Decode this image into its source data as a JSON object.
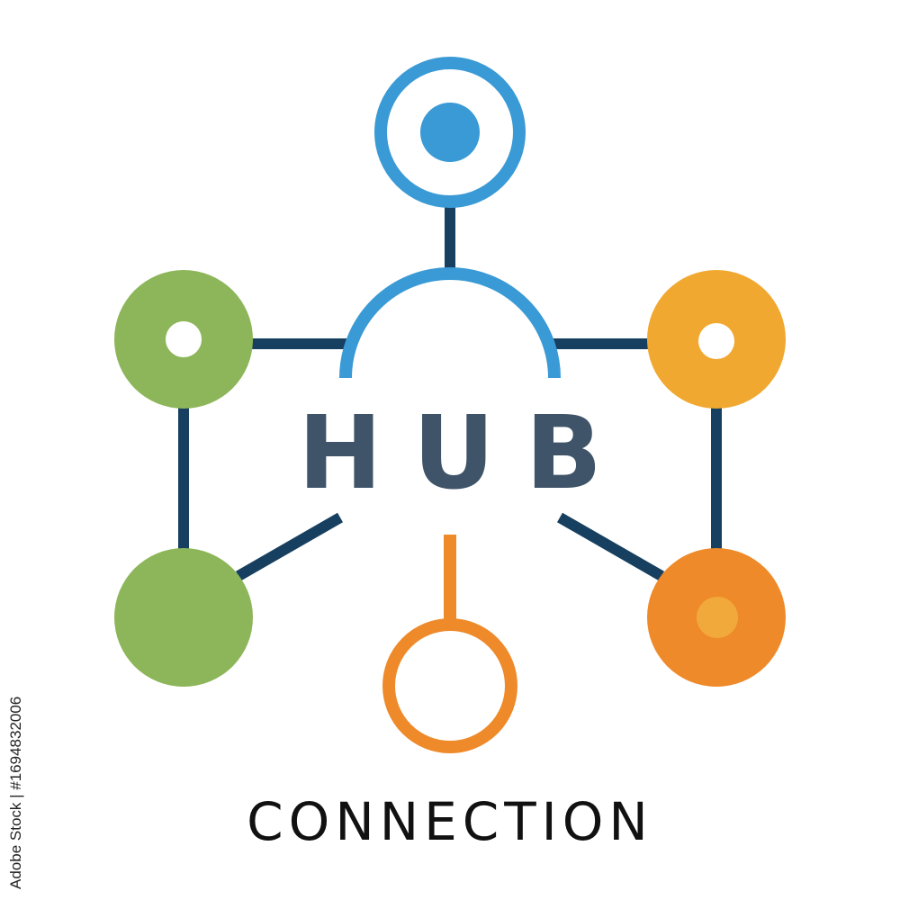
{
  "logo": {
    "hub_text": "HUB",
    "caption": "CONNECTION"
  },
  "stock_id": "Adobe Stock | #1694832006",
  "colors": {
    "background": "#ffffff",
    "connector": "#173f5f",
    "hub_text": "#3f5469",
    "caption": "#111111",
    "blue": "#3a9ad5",
    "green": "#8db65a",
    "orange_light": "#f0a830",
    "orange": "#ee8a2a",
    "orange_center": "#f2a93b"
  },
  "icons": [
    "node-top-ring-icon",
    "node-top-left-icon",
    "node-top-right-icon",
    "node-bottom-left-icon",
    "node-bottom-right-icon",
    "node-bottom-ring-icon"
  ]
}
